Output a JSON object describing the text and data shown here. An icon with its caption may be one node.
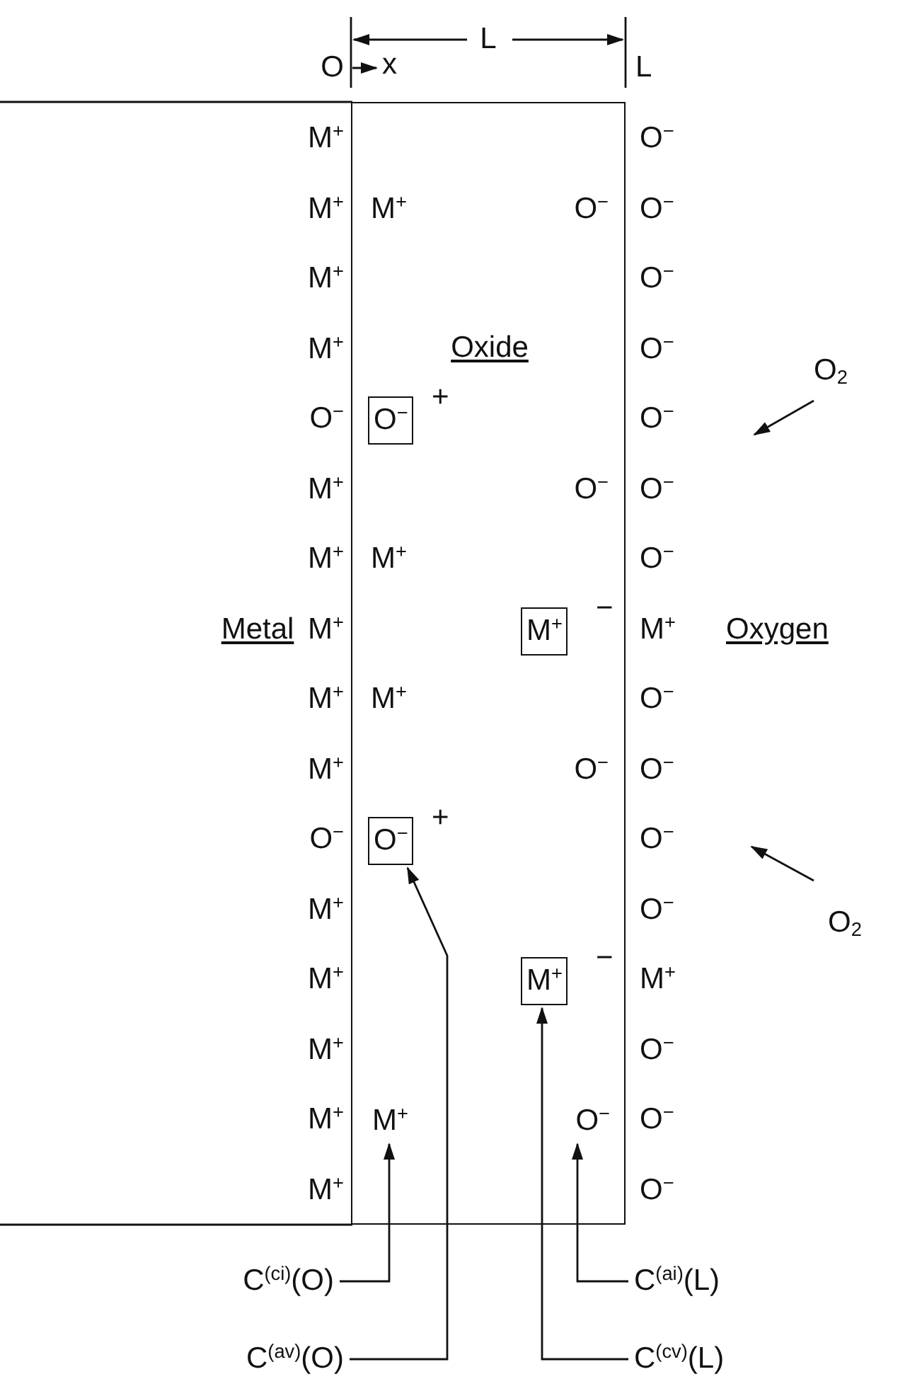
{
  "diagram": {
    "nodes": [
      {
        "text": [
          "Oxide"
        ]
      },
      {
        "text": [
          "O$^{−}$"
        ],
        "in": 0,
        "beside": [
          "+"
        ]
      },
      {
        "text": [
          "M$^{+}$"
        ],
        "in": 0,
        "beside": [
          "−"
        ]
      },
      {
        "text": [
          "O$^{−}$"
        ],
        "in": 0,
        "beside": [
          "+"
        ]
      },
      {
        "text": [
          "M$^{+}$"
        ],
        "in": 0,
        "beside": [
          "−"
        ]
      },
      {
        "text": [
          "M$^{+}$"
        ],
        "in": 0
      },
      {
        "text": [
          "O$^{−}$"
        ],
        "in": 0
      },
      {
        "text": [
          "C$^{(ci)}$(O)"
        ]
      },
      {
        "text": [
          "C$^{(ai)}$(L)"
        ]
      },
      {
        "text": [
          "C$^{(av)}$(O)"
        ]
      },
      {
        "text": [
          "C$^{(cv)}$(L)"
        ]
      }
    ],
    "edges": [
      {
        "from": 7,
        "to": 5,
        "arrow": "to"
      },
      {
        "from": 8,
        "to": 6,
        "arrow": "to"
      },
      {
        "from": 9,
        "to": 3,
        "arrow": "to"
      },
      {
        "from": 10,
        "to": 4,
        "arrow": "to"
      }
    ],
    "labels": [
      "L",
      "O",
      "x",
      "L",
      "M$^{+}$",
      "O$^{−}$",
      "M$^{+}$",
      "M$^{+}$",
      "O$^{−}$",
      "O$^{−}$",
      "M$^{+}$",
      "O$^{−}$",
      "M$^{+}$",
      "O$^{−}$",
      "O$_{2}$",
      "O$^{−}$",
      "O$^{−}$",
      "M$^{+}$",
      "O$^{−}$",
      "O$^{−}$",
      "M$^{+}$",
      "M$^{+}$",
      "O$^{−}$",
      "Metal",
      "M$^{+}$",
      "M$^{+}$",
      "Oxygen",
      "M$^{+}$",
      "M$^{+}$",
      "O$^{−}$",
      "M$^{+}$",
      "O$^{−}$",
      "O$^{−}$",
      "O$^{−}$",
      "O$^{−}$",
      "O$_{2}$",
      "M$^{+}$",
      "O$^{−}$",
      "M$^{+}$",
      "M$^{+}$",
      "M$^{+}$",
      "O$^{−}$",
      "M$^{+}$",
      "O$^{−}$",
      "M$^{+}$",
      "O$^{−}$"
    ]
  }
}
